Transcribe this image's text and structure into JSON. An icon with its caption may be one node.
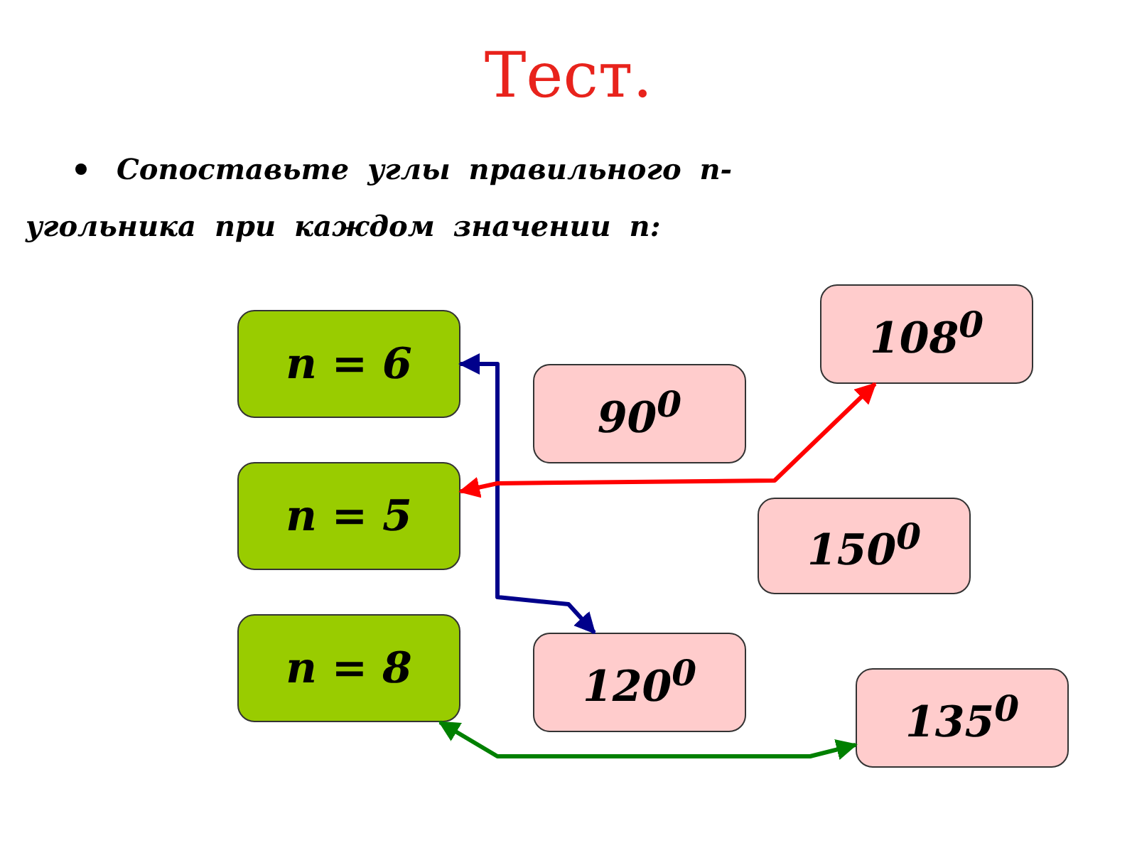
{
  "diagram": {
    "title": "Тест.",
    "nodes": [
      {
        "text": [
          "n = 6"
        ]
      },
      {
        "text": [
          "n = 5"
        ]
      },
      {
        "text": [
          "n = 8"
        ]
      },
      {
        "text": [
          "108$^{0}$"
        ]
      },
      {
        "text": [
          "90$^{0}$"
        ]
      },
      {
        "text": [
          "150$^{0}$"
        ]
      },
      {
        "text": [
          "120$^{0}$"
        ]
      },
      {
        "text": [
          "135$^{0}$"
        ]
      }
    ],
    "edges": [
      {
        "from": 0,
        "to": 6,
        "arrow": "both",
        "color": "#00008b"
      },
      {
        "from": 1,
        "to": 3,
        "arrow": "both",
        "color": "#ff0000"
      },
      {
        "from": 2,
        "to": 7,
        "arrow": "both",
        "color": "#008000"
      }
    ],
    "labels": [
      "Сопоставьте углы правильного n-угольника при каждом значении n:"
    ]
  }
}
